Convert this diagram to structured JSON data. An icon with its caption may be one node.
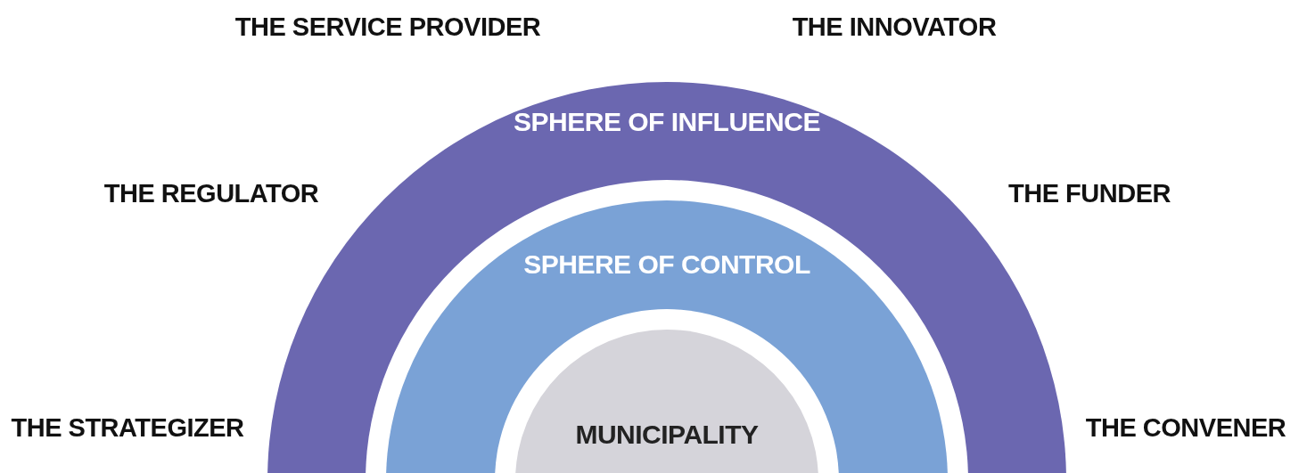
{
  "diagram": {
    "nodes": [
      {
        "text": [
          "SPHERE OF INFLUENCE"
        ]
      },
      {
        "text": [
          "SPHERE OF CONTROL"
        ],
        "in": 0
      },
      {
        "text": [
          "MUNICIPALITY"
        ],
        "in": 1
      }
    ],
    "labels": [
      "THE SERVICE PROVIDER",
      "THE INNOVATOR",
      "THE REGULATOR",
      "THE FUNDER",
      "THE STRATEGIZER",
      "THE CONVENER"
    ]
  }
}
